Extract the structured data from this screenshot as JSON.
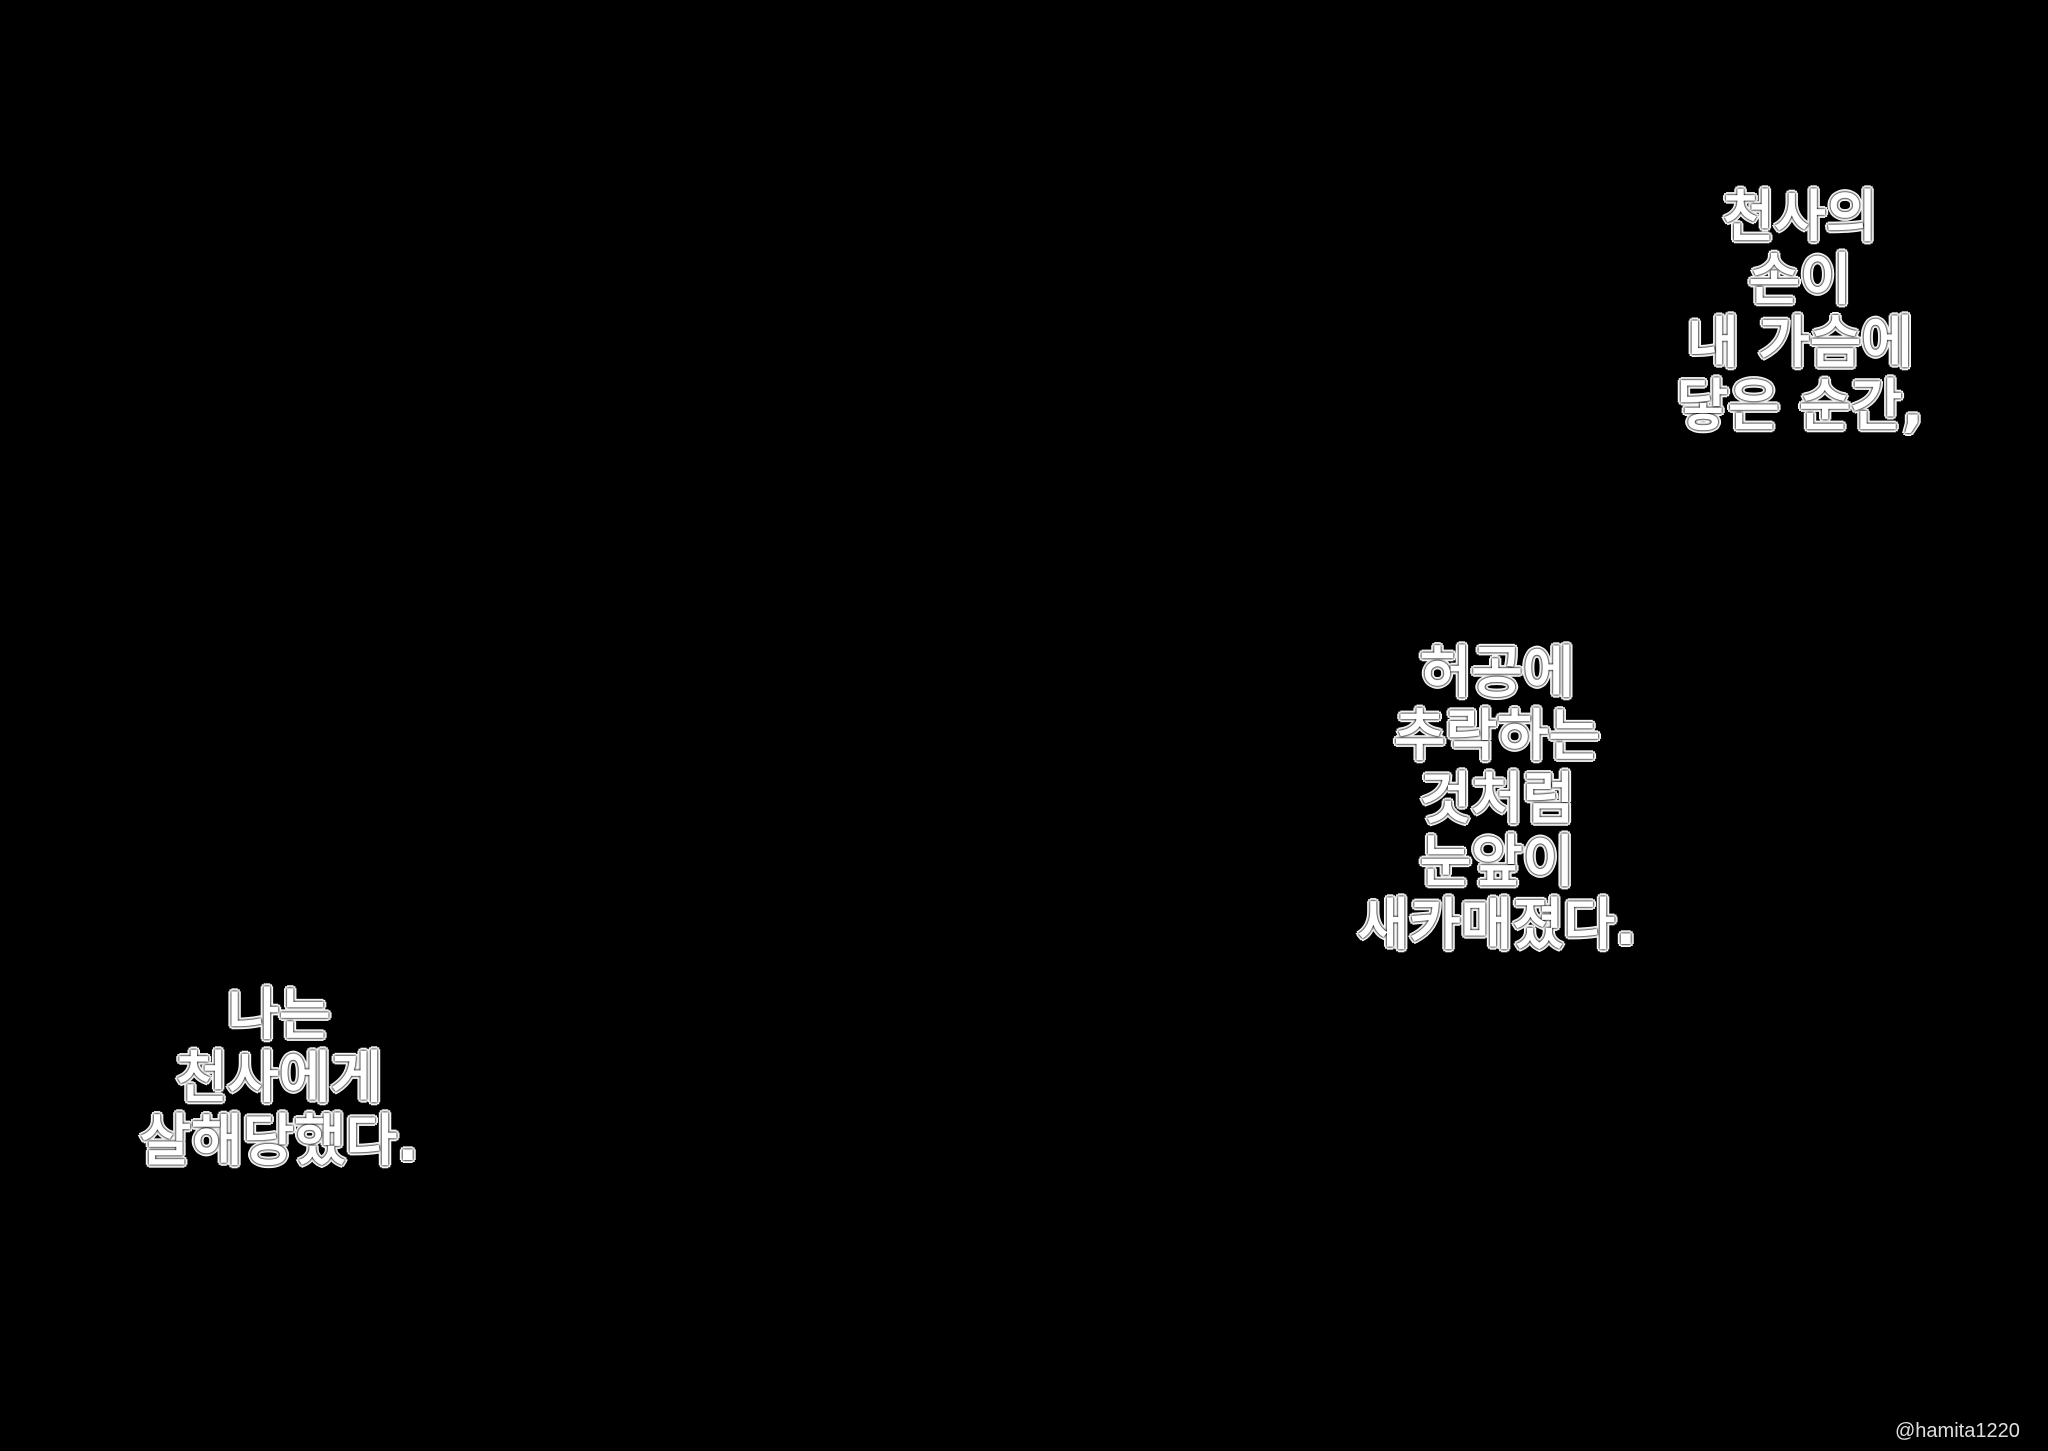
{
  "captions": [
    {
      "lines": [
        "천사의",
        "손이",
        "내 가슴에",
        "닿은 순간,"
      ]
    },
    {
      "lines": [
        "허공에",
        "추락하는",
        "것처럼",
        "눈앞이",
        "새카매졌다."
      ]
    },
    {
      "lines": [
        "나는",
        "천사에게",
        "살해당했다."
      ]
    }
  ],
  "watermark": "@hamita1220"
}
